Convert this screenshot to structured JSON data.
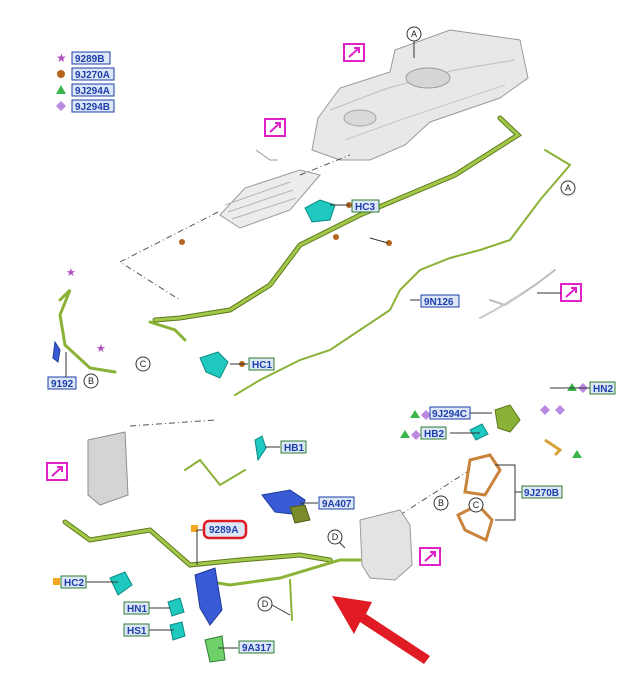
{
  "legend": [
    {
      "marker": "star",
      "color": "#b04fc1",
      "code": "9289B"
    },
    {
      "marker": "circle",
      "color": "#b5651d",
      "code": "9J270A"
    },
    {
      "marker": "triangle",
      "color": "#3ab54a",
      "code": "9J294A"
    },
    {
      "marker": "diamond",
      "color": "#b98ae0",
      "code": "9J294B"
    }
  ],
  "labels": {
    "hc3": "HC3",
    "n126": "9N126",
    "p9192": "9192",
    "hc1": "HC1",
    "hb1": "HB1",
    "a407": "9A407",
    "p9289a": "9289A",
    "hc2": "HC2",
    "hn1": "HN1",
    "hs1": "HS1",
    "a317": "9A317",
    "hn2": "HN2",
    "j294c": "9J294C",
    "hb2": "HB2",
    "j270b": "9J270B"
  },
  "callouts": {
    "a1": "A",
    "a2": "A",
    "b1": "B",
    "b2": "B",
    "c1": "C",
    "c2": "C",
    "d1": "D",
    "d2": "D"
  },
  "colors": {
    "box_border": "#1c3faa",
    "box_fill": "#dde6f7",
    "code_text": "#1c3faa",
    "green_border": "#2e7d32",
    "pipe_green": "#8ab236",
    "pipe_dark": "#5d7a1c",
    "highlight_red": "#e01b24",
    "expand_icon": "#e020c8",
    "teal_part": "#1fc9c0",
    "blue_part": "#3a5ad6",
    "grey_part": "#c9c9c9"
  }
}
